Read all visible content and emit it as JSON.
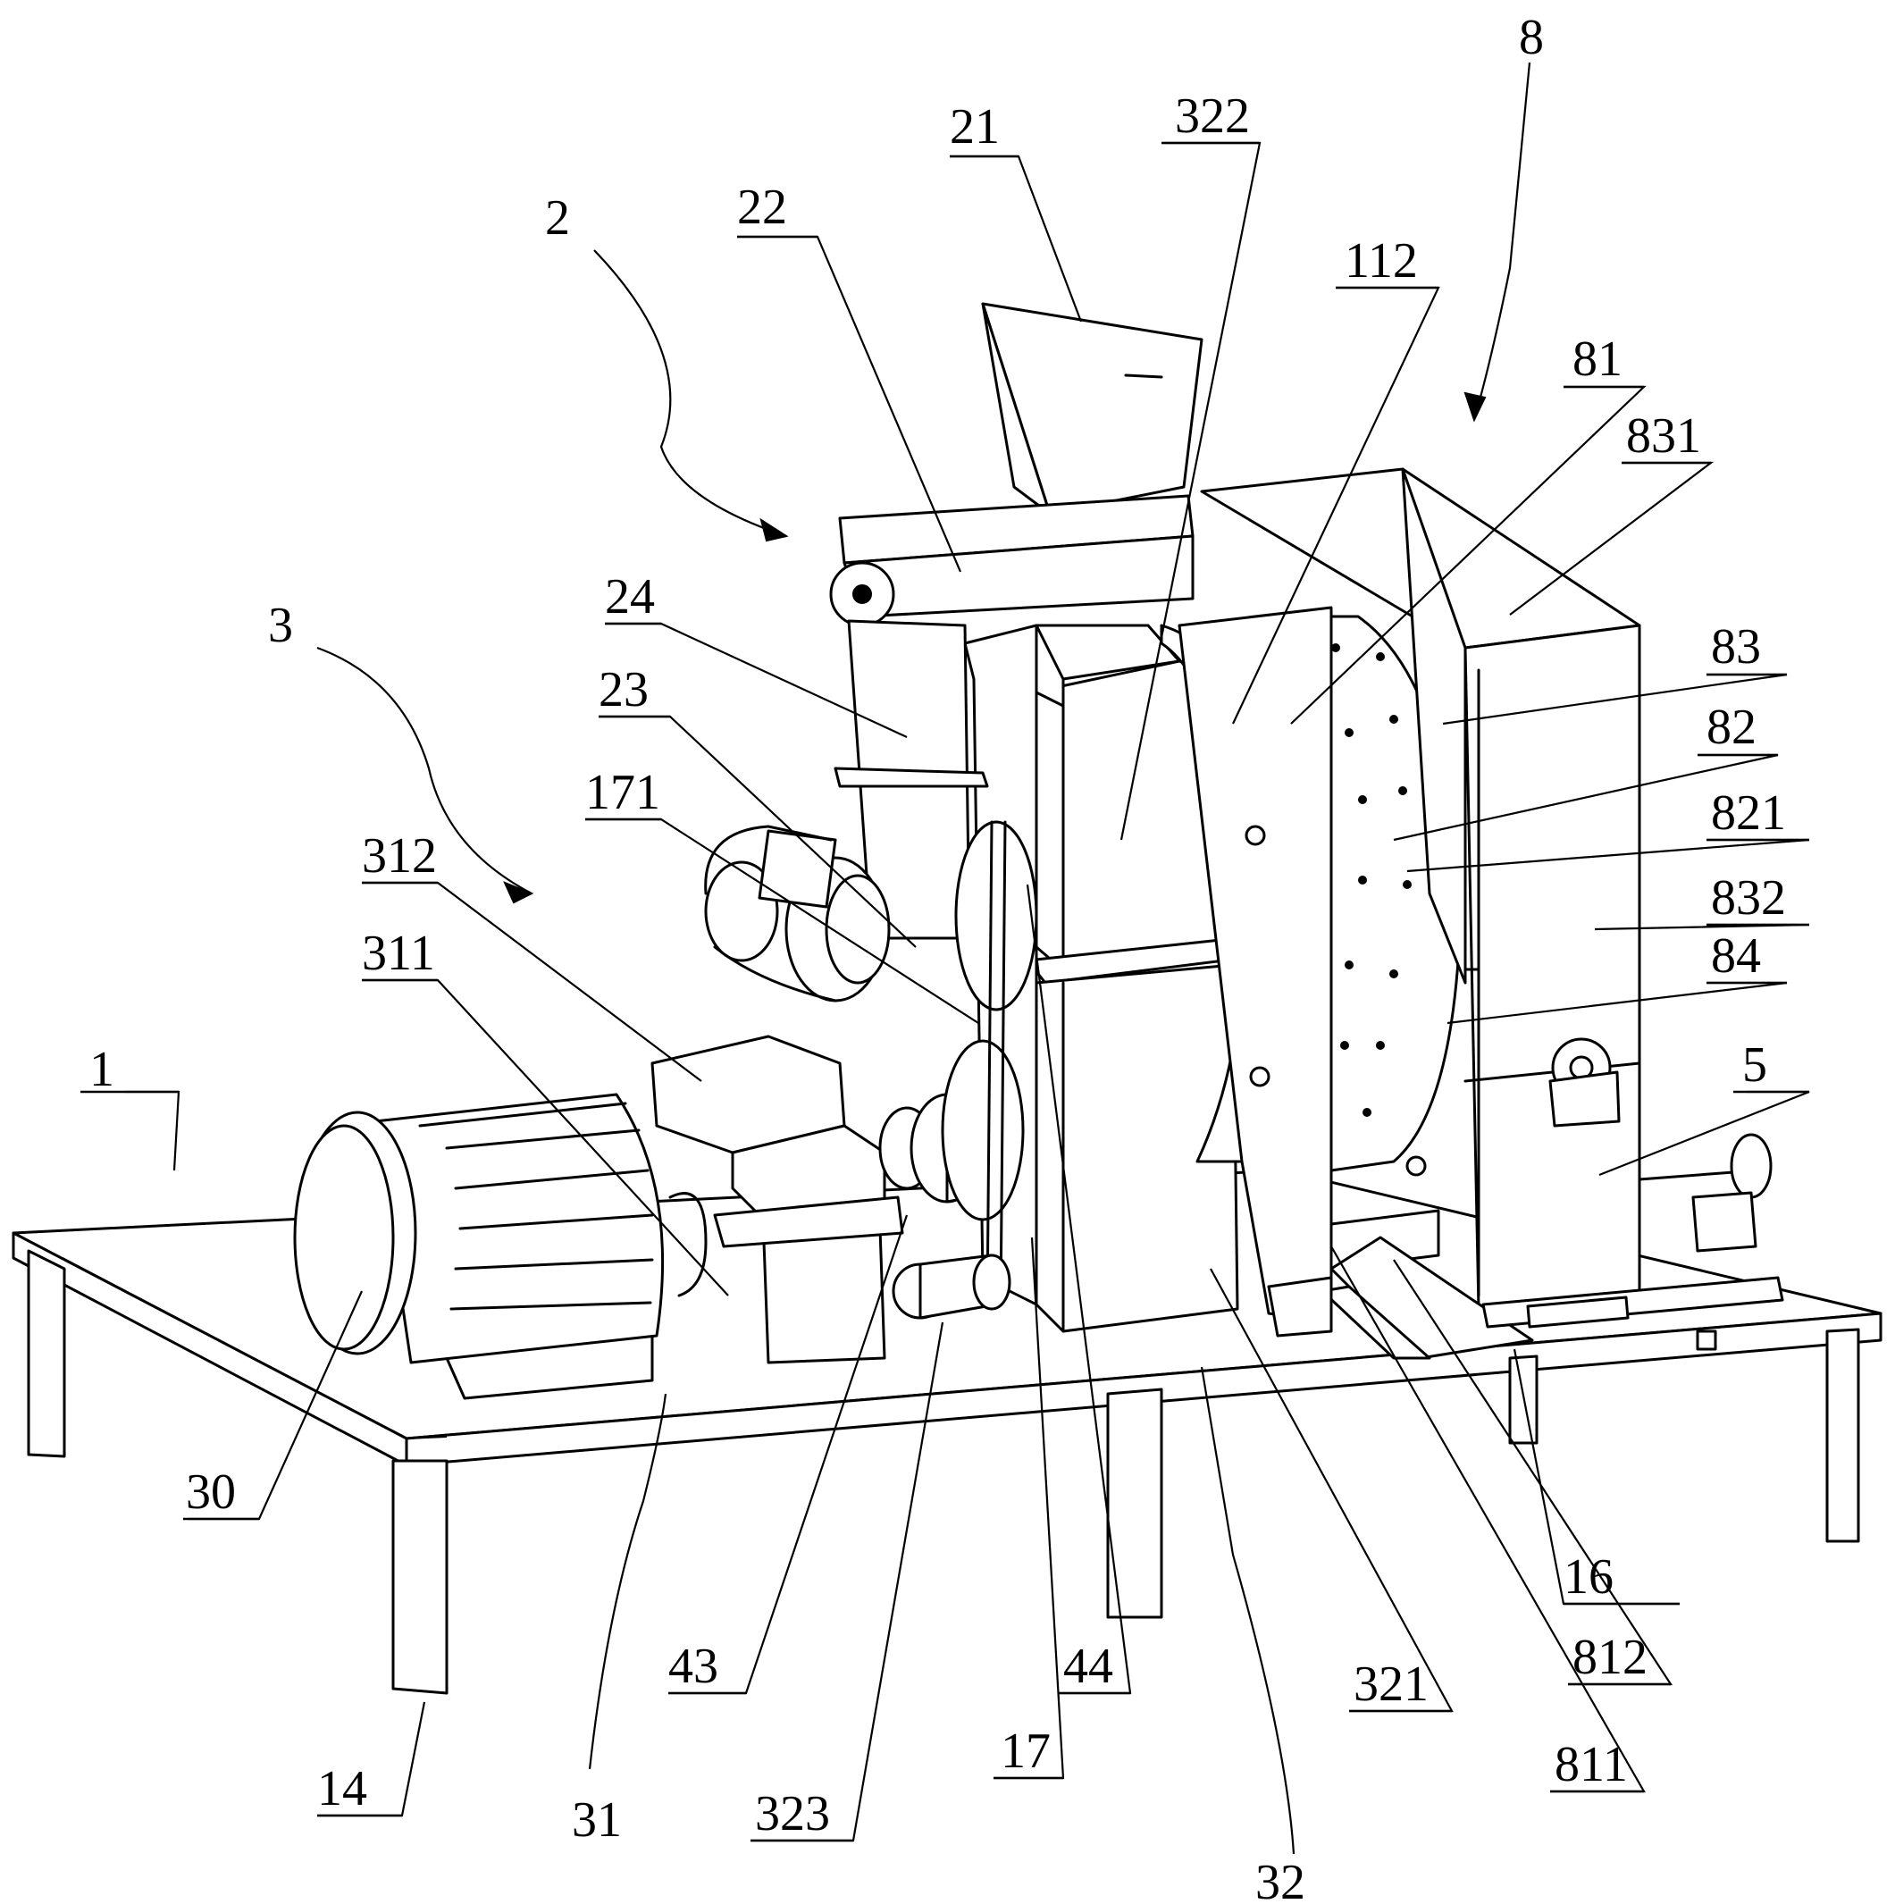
{
  "labels": {
    "l1": "1",
    "l2": "2",
    "l3": "3",
    "l5": "5",
    "l8": "8",
    "l14": "14",
    "l16": "16",
    "l17": "17",
    "l21": "21",
    "l22": "22",
    "l23": "23",
    "l24": "24",
    "l30": "30",
    "l31": "31",
    "l32": "32",
    "l43": "43",
    "l44": "44",
    "l81": "81",
    "l82": "82",
    "l83": "83",
    "l84": "84",
    "l112": "112",
    "l171": "171",
    "l311": "311",
    "l312": "312",
    "l321": "321",
    "l322": "322",
    "l323": "323",
    "l811": "811",
    "l812": "812",
    "l821": "821",
    "l831": "831",
    "l832": "832"
  }
}
